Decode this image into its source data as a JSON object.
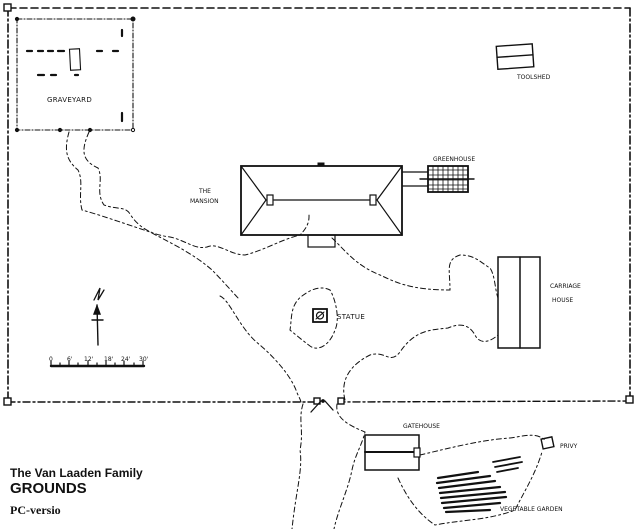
{
  "map": {
    "labels": {
      "graveyard": "GRAVEYARD",
      "toolshed": "TOOLSHED",
      "greenhouse": "GREENHOUSE",
      "mansion_line1": "THE",
      "mansion_line2": "MANSION",
      "carriage_line1": "CARRIAGE",
      "carriage_line2": "HOUSE",
      "statue": "STATUE",
      "gatehouse": "GATEHOUSE",
      "privy": "PRIVY",
      "vegetable_garden": "VEGETABLE GARDEN",
      "north": "N"
    },
    "scale_bar": {
      "ticks": [
        "0",
        "6'",
        "12'",
        "18'",
        "24'",
        "30'"
      ]
    }
  },
  "title_block": {
    "family": "The Van Laaden Family",
    "title": "GROUNDS",
    "version": "PC-versio"
  },
  "colors": {
    "ink": "#111111",
    "paper": "#ffffff"
  }
}
